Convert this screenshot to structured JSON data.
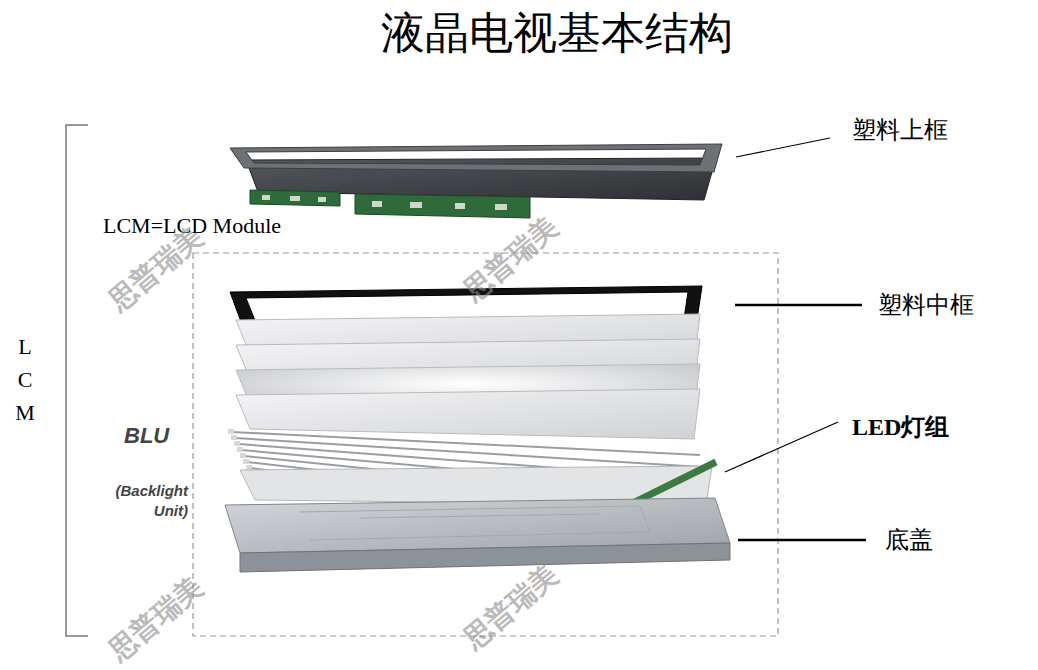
{
  "diagram": {
    "title": "液晶电视基本结构",
    "labels": [
      "塑料上框",
      "LCM=LCD Module",
      "LCM",
      "塑料中框",
      "BLU",
      "LED灯组",
      "(Backlight Unit)",
      "底盖",
      "思普瑞美",
      "思普瑞美",
      "思普瑞美",
      "思普瑞美"
    ]
  }
}
